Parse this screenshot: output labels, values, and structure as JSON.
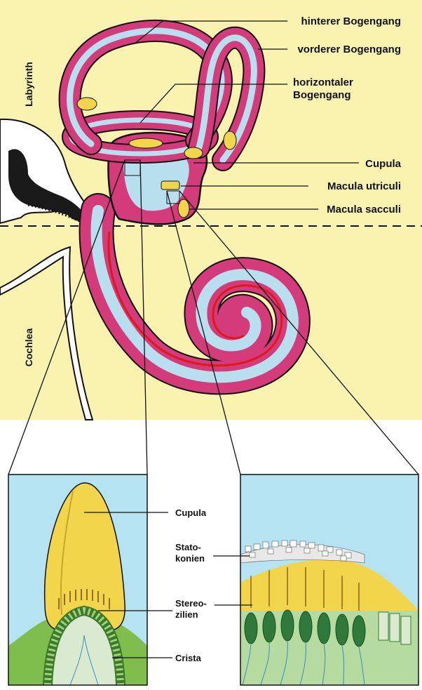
{
  "side_labels": {
    "labyrinth": "Labyrinth",
    "cochlea": "Cochlea"
  },
  "labels": {
    "hinterer_bogengang": "hinterer Bogengang",
    "vorderer_bogengang": "vorderer Bogengang",
    "horizontaler_line1": "horizontaler",
    "horizontaler_line2": "Bogengang",
    "cupula": "Cupula",
    "macula_utriculi": "Macula utriculi",
    "macula_sacculi": "Macula sacculi"
  },
  "inset_left": {
    "cupula": "Cupula",
    "stereo_line1": "Stereo-",
    "stereo_line2": "zilien",
    "crista": "Crista"
  },
  "inset_right": {
    "stato_line1": "Stato-",
    "stato_line2": "konien"
  },
  "colors": {
    "background": "#faf3b0",
    "membrane": "#d33b7a",
    "endolymph": "#b8dfee",
    "cupula": "#f2d54a",
    "inset_bg": "#b5e3f2"
  }
}
